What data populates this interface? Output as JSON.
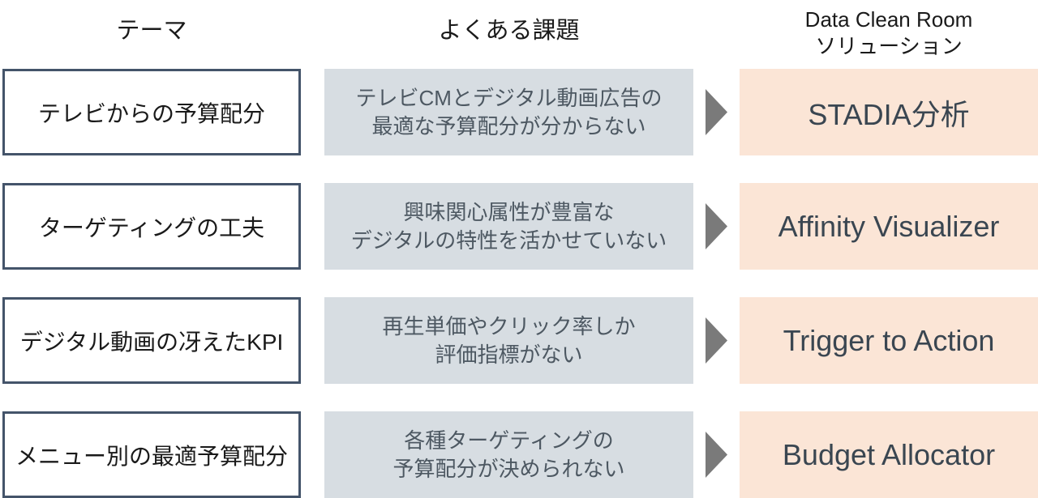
{
  "header": {
    "col1": "テーマ",
    "col2": "よくある課題",
    "col3_line1": "Data Clean Room",
    "col3_line2": "ソリューション"
  },
  "rows": [
    {
      "theme": "テレビからの予算配分",
      "issue_line1": "テレビCMとデジタル動画広告の",
      "issue_line2": "最適な予算配分が分からない",
      "solution": "STADIA分析"
    },
    {
      "theme": "ターゲティングの工夫",
      "issue_line1": "興味関心属性が豊富な",
      "issue_line2": "デジタルの特性を活かせていない",
      "solution": "Affinity Visualizer"
    },
    {
      "theme": "デジタル動画の冴えたKPI",
      "issue_line1": "再生単価やクリック率しか",
      "issue_line2": "評価指標がない",
      "solution": "Trigger to Action"
    },
    {
      "theme": "メニュー別の最適予算配分",
      "issue_line1": "各種ターゲティングの",
      "issue_line2": "予算配分が決められない",
      "solution": "Budget Allocator"
    }
  ],
  "colors": {
    "theme_box_border": "#44546a",
    "theme_box_fill": "#ffffff",
    "issue_box_fill": "#d7dde2",
    "issue_text": "#4d5862",
    "solution_box_fill": "#fbe5d6",
    "solution_text": "#3a4651",
    "arrow": "#7a7a7a",
    "header_text": "#1a1a1a"
  }
}
